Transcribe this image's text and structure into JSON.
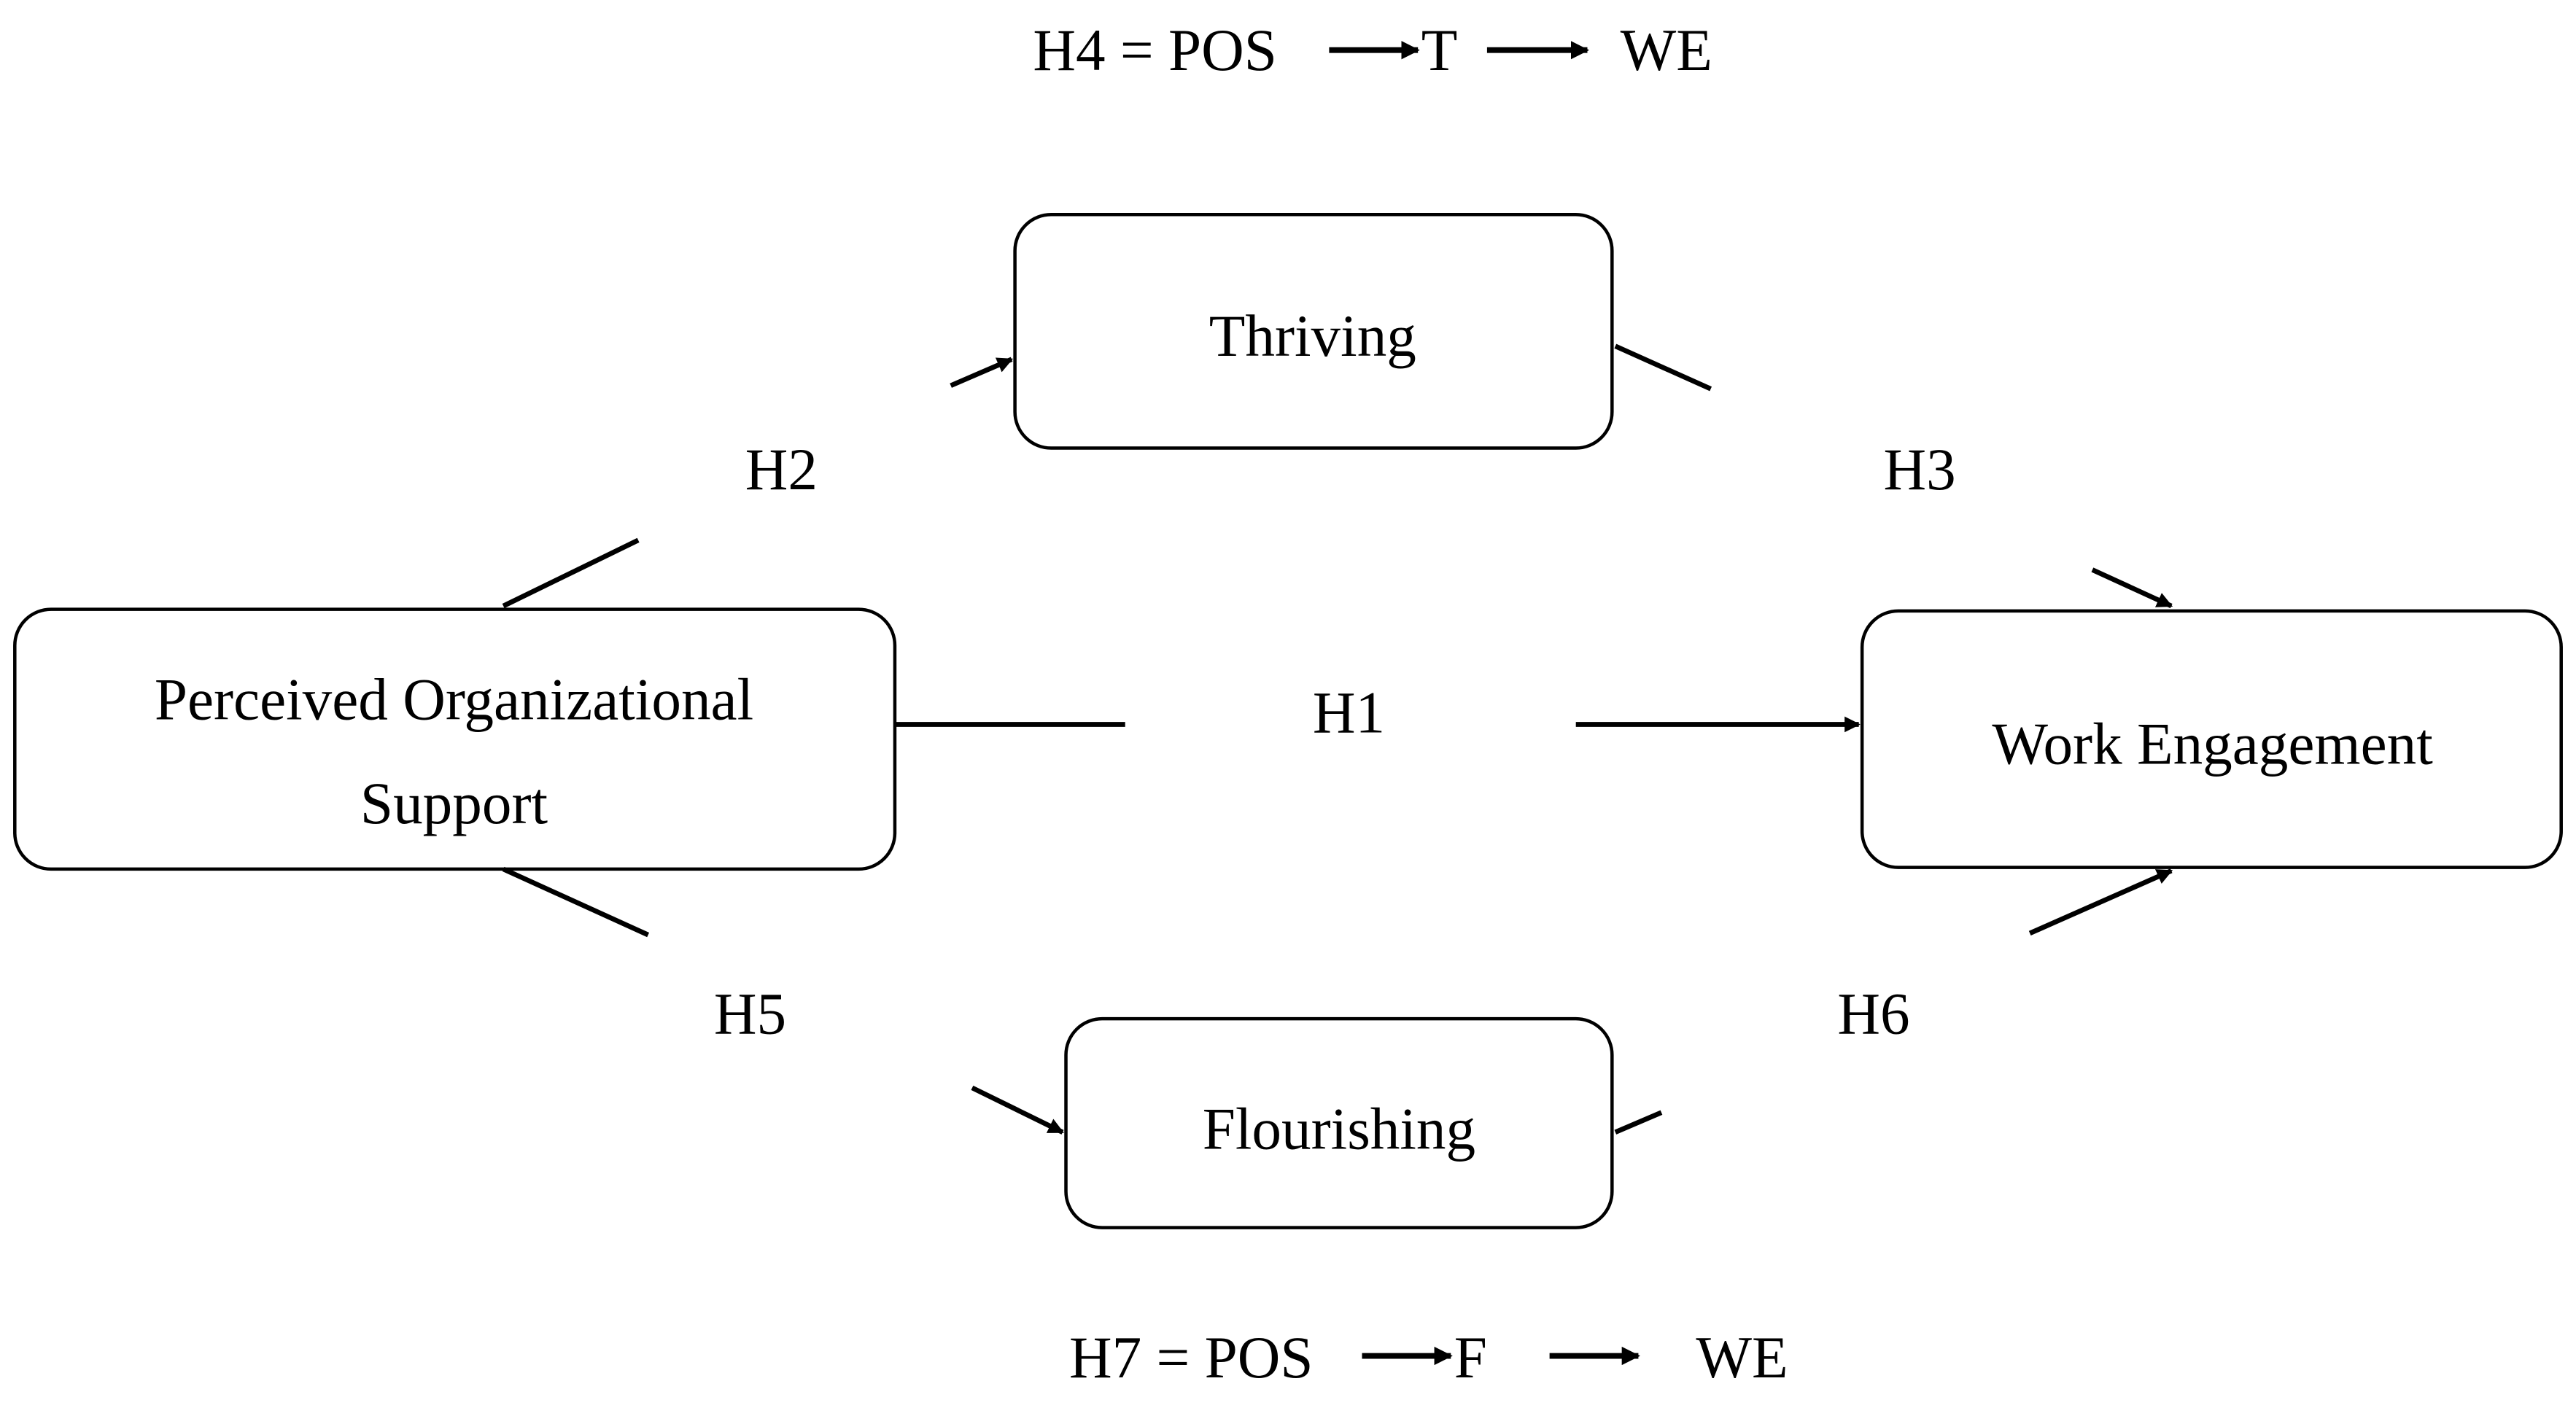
{
  "nodes": {
    "pos": {
      "line1": "Perceived Organizational",
      "line2": "Support"
    },
    "thriving": {
      "label": "Thriving"
    },
    "flourishing": {
      "label": "Flourishing"
    },
    "work_engagement": {
      "label": "Work Engagement"
    }
  },
  "paths": {
    "h1": "H1",
    "h2": "H2",
    "h3": "H3",
    "h5": "H5",
    "h6": "H6"
  },
  "mediation": {
    "h4": {
      "prefix": "H4 = POS",
      "mediator": "T",
      "outcome": "WE"
    },
    "h7": {
      "prefix": "H7 = POS",
      "mediator": "F",
      "outcome": "WE"
    }
  }
}
